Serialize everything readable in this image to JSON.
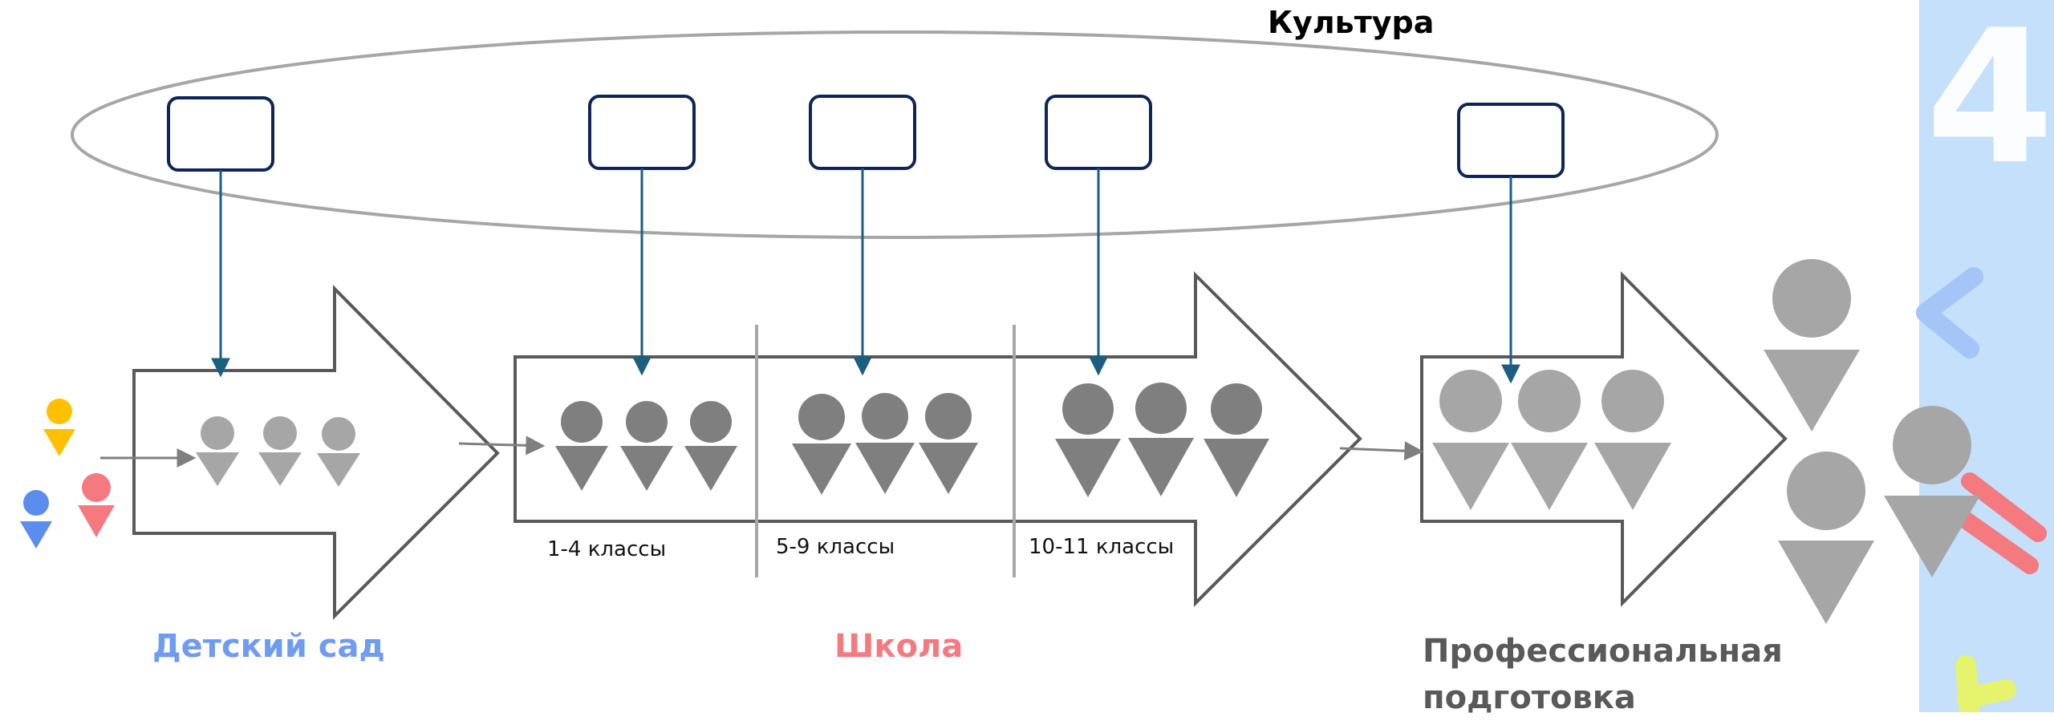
{
  "culture_label": "Культура",
  "stages": {
    "kindergarten": "Детский сад",
    "school": "Школа",
    "professional": "Профессиональная подготовка"
  },
  "grades": [
    "1-4 классы",
    "5-9 классы",
    "10-11 классы"
  ],
  "decoration_text": "4",
  "colors": {
    "kindergarten": "#6f9bf0",
    "school": "#f47a80",
    "professional": "#595959",
    "culture_box_border": "#0d2557",
    "connector": "#1a5f80",
    "sidebar": "#c5e0fb",
    "figure_light": "#a6a6a6",
    "figure_dark": "#7f7f7f",
    "child_yellow": "#ffc000",
    "child_blue": "#5b8def",
    "child_red": "#f47a80"
  }
}
